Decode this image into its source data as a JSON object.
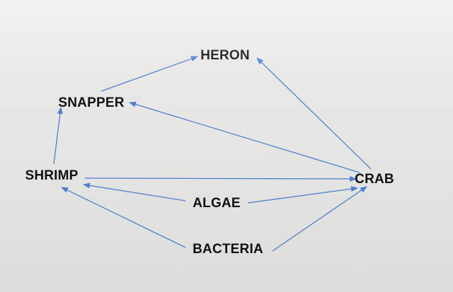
{
  "diagram": {
    "type": "food-web",
    "edge_color": "#4f7fcf",
    "nodes": [
      {
        "id": "heron",
        "label": "HERON"
      },
      {
        "id": "snapper",
        "label": "SNAPPER"
      },
      {
        "id": "shrimp",
        "label": "SHRIMP"
      },
      {
        "id": "crab",
        "label": "CRAB"
      },
      {
        "id": "algae",
        "label": "ALGAE"
      },
      {
        "id": "bacteria",
        "label": "BACTERIA"
      }
    ],
    "edges": [
      {
        "from": "snapper",
        "to": "heron"
      },
      {
        "from": "crab",
        "to": "heron"
      },
      {
        "from": "crab",
        "to": "snapper"
      },
      {
        "from": "shrimp",
        "to": "snapper"
      },
      {
        "from": "shrimp",
        "to": "crab"
      },
      {
        "from": "algae",
        "to": "shrimp"
      },
      {
        "from": "algae",
        "to": "crab"
      },
      {
        "from": "bacteria",
        "to": "shrimp"
      },
      {
        "from": "bacteria",
        "to": "crab"
      }
    ]
  }
}
